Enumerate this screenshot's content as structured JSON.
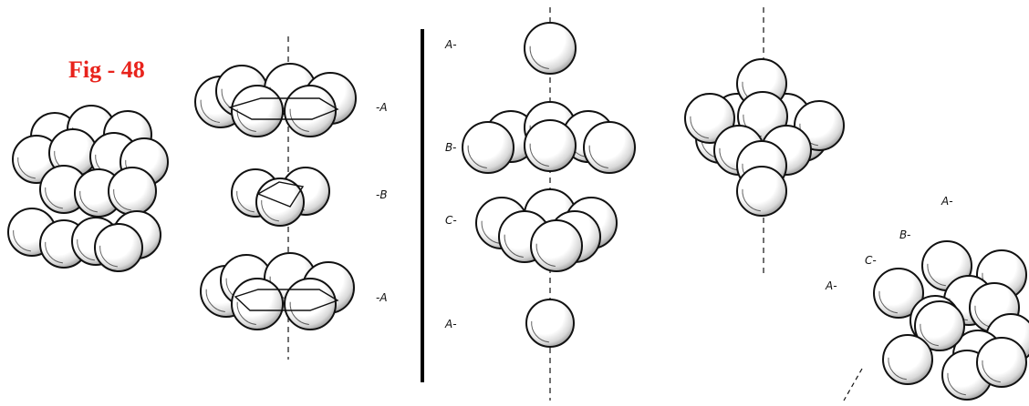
{
  "figure": {
    "title": "Fig - 48",
    "title_color": "#e8231c"
  },
  "hcp": {
    "layer_labels": [
      "-A",
      "-B",
      "-A"
    ]
  },
  "ccp": {
    "exploded_labels": [
      "A-",
      "B-",
      "C-",
      "A-"
    ],
    "tilted_labels": [
      "A-",
      "B-",
      "C-",
      "A-"
    ]
  },
  "colors": {
    "ink": "#111111",
    "sphere_fill": "#ffffff",
    "divider": "#000000"
  }
}
